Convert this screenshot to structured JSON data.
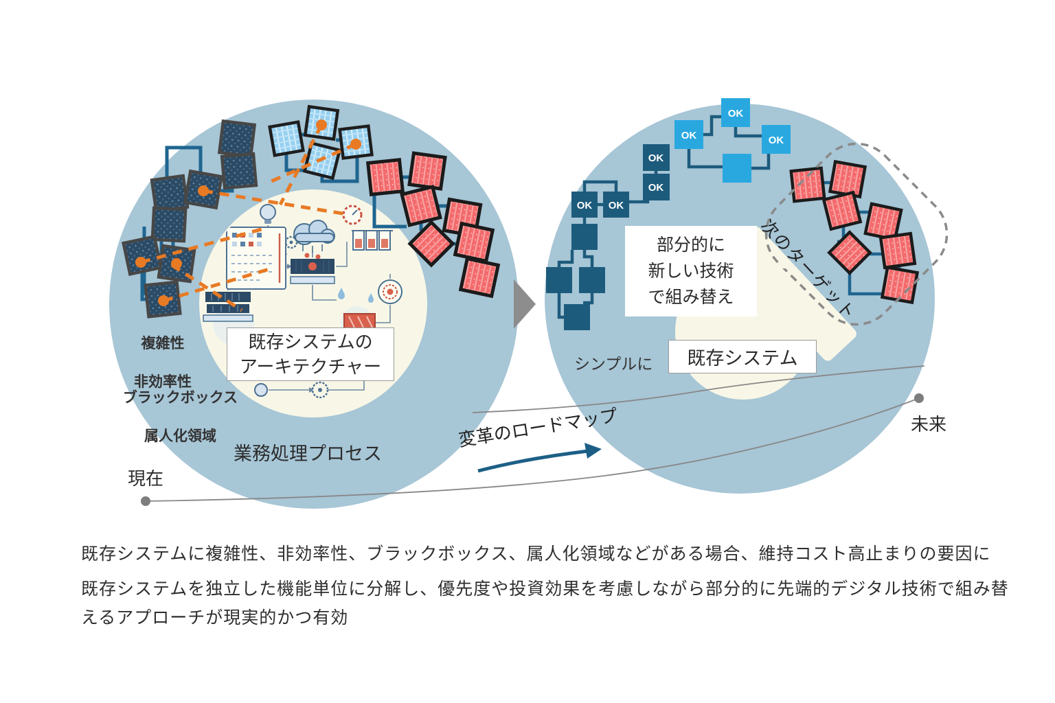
{
  "left_circle": {
    "center_label_line1": "既存システムの",
    "center_label_line2": "アーキテクチャー",
    "label_complexity": "複雑性",
    "label_inefficiency": "非効率性",
    "label_blackbox": "ブラックボックス",
    "label_personalization": "属人化領域",
    "label_process": "業務処理プロセス",
    "label_now": "現在"
  },
  "middle": {
    "label_roadmap": "変革のロードマップ"
  },
  "right_circle": {
    "box_line1": "部分的に",
    "box_line2": "新しい技術",
    "box_line3": "で組み替え",
    "label_simple": "シンプルに",
    "label_existing_system": "既存システム",
    "label_next_target": "次のターゲット",
    "label_future": "未来",
    "ok_label": "OK"
  },
  "footer": {
    "line1": "既存システムに複雑性、非効率性、ブラックボックス、属人化領域などがある場合、維持コスト高止まりの要因に",
    "line2": "既存システムを独立した機能単位に分解し、優先度や投資効果を考慮しながら部分的に先端的デジタル技術で組み替えるアプローチが現実的かつ有効"
  },
  "colors": {
    "circle_blue": "#a7c6d6",
    "cream": "#f8f7e7",
    "dark_navy_module": "#2b4a63",
    "teal_module": "#1d5b7c",
    "cyan_module": "#29a8e0",
    "red_module": "#f3696b",
    "connector_teal": "#1f6590",
    "orange_dashed": "#e87a24",
    "arrow_blue": "#1c5f86",
    "timeline_gray": "#878787"
  }
}
